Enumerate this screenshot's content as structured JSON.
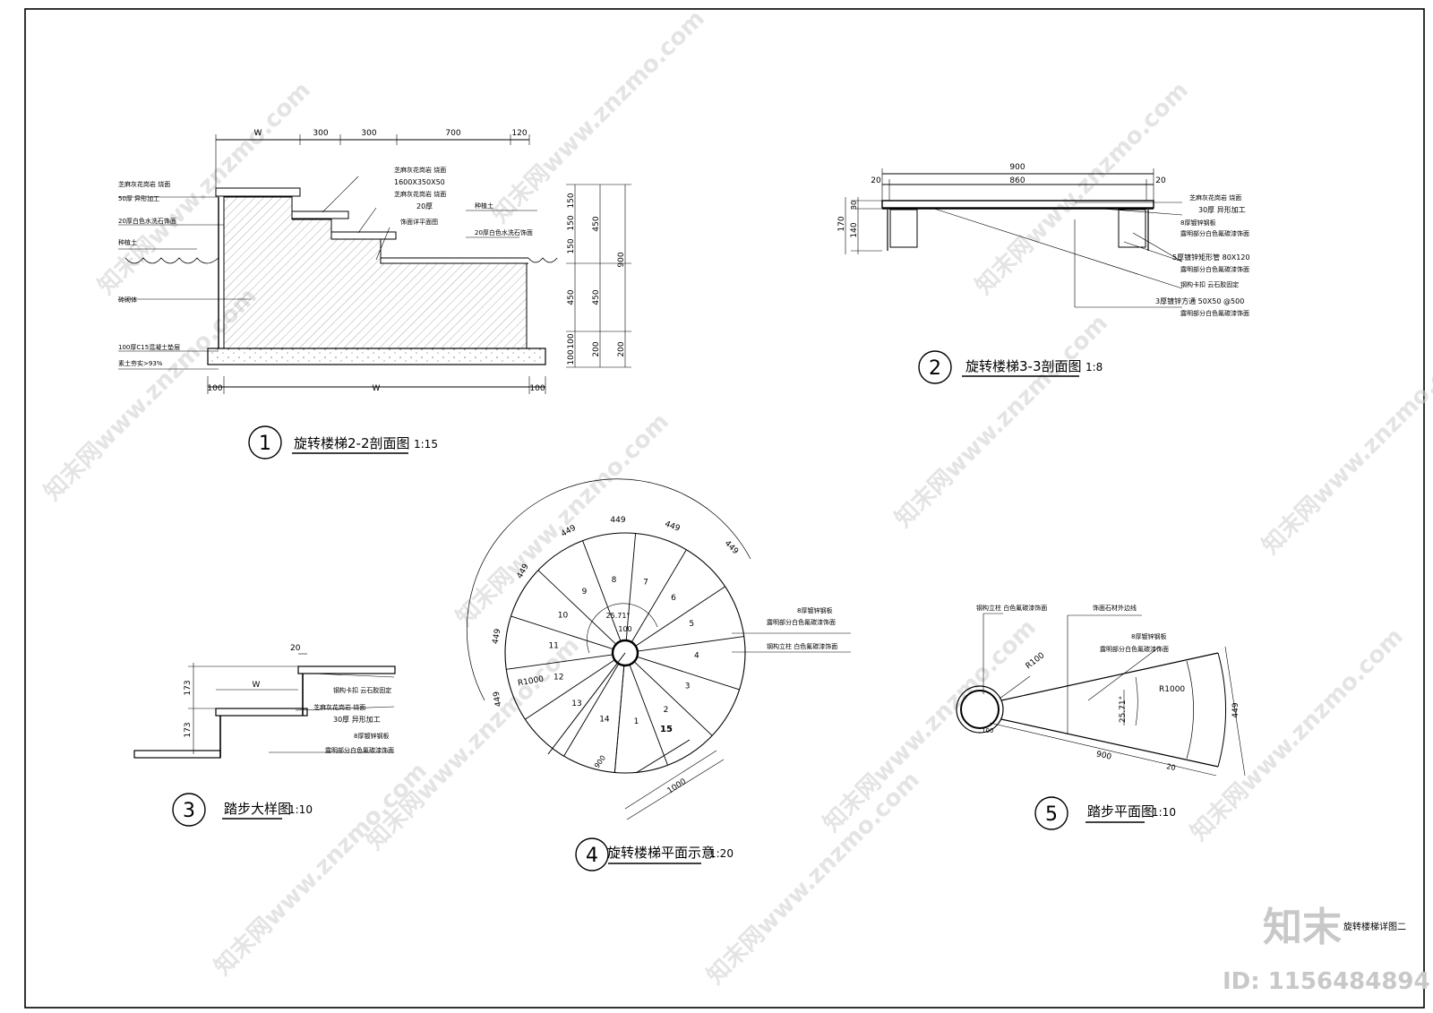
{
  "sheet": {
    "sheet_title": "旋转楼梯详图二",
    "watermark_logo": "知末",
    "watermark_id": "ID: 1156484894",
    "watermark_repeat": "知末网www.znzmo.com"
  },
  "view1": {
    "number": "1",
    "title": "旋转楼梯2-2剖面图",
    "scale": "1:15",
    "top_dims": [
      "W",
      "300",
      "300",
      "700",
      "120"
    ],
    "right_dims_a": [
      "150",
      "150",
      "150",
      "450",
      "100",
      "100"
    ],
    "right_dims_b": [
      "450",
      "450",
      "200"
    ],
    "right_dims_c": [
      "900",
      "200"
    ],
    "bottom_dims": [
      "100",
      "W",
      "100"
    ],
    "left_notes": [
      "芝麻灰花岗岩 烧面",
      "50厚 异形加工",
      "20厚白色水洗石饰面",
      "种植土",
      "砖砌体",
      "100厚C15混凝土垫层",
      "素土夯实>93%"
    ],
    "mid_notes": [
      "芝麻灰花岗岩 烧面",
      "1600X350X50",
      "芝麻灰花岗岩 烧面",
      "20厚",
      "饰面详平面图"
    ],
    "right_notes": [
      "种植土",
      "20厚白色水洗石饰面"
    ]
  },
  "view2": {
    "number": "2",
    "title": "旋转楼梯3-3剖面图",
    "scale": "1:8",
    "dims_top": [
      "900",
      "20",
      "860",
      "20"
    ],
    "dims_left": [
      "170",
      "30",
      "140"
    ],
    "notes": [
      "芝麻灰花岗岩 烧面",
      "30厚 异形加工",
      "8厚镀锌钢板",
      "露明部分白色氟碳漆饰面",
      "5厚镀锌矩形管 80X120",
      "露明部分白色氟碳漆饰面",
      "钢构卡扣 云石胶固定",
      "3厚镀锌方通 50X50 @500",
      "露明部分白色氟碳漆饰面"
    ]
  },
  "view3": {
    "number": "3",
    "title": "踏步大样图",
    "scale": "1:10",
    "dims": [
      "20",
      "W",
      "173",
      "173"
    ],
    "notes": [
      "钢构卡扣 云石胶固定",
      "芝麻灰花岗岩 烧面",
      "30厚 异形加工",
      "8厚镀锌钢板",
      "露明部分白色氟碳漆饰面"
    ]
  },
  "view4": {
    "number": "4",
    "title": "旋转楼梯平面示意",
    "scale": "1:20",
    "arc_dims": [
      "449",
      "449",
      "449",
      "449",
      "449",
      "449",
      "449"
    ],
    "step_numbers": [
      "1",
      "2",
      "3",
      "4",
      "5",
      "6",
      "7",
      "8",
      "9",
      "10",
      "11",
      "12",
      "13",
      "14"
    ],
    "landing_label": "15",
    "angle_label": "25.71°",
    "radius_label": "R1000",
    "center_label": "100",
    "width_dims": [
      "900",
      "1000"
    ],
    "notes": [
      "8厚镀锌钢板",
      "露明部分白色氟碳漆饰面",
      "钢构立柱 白色氟碳漆饰面"
    ]
  },
  "view5": {
    "number": "5",
    "title": "踏步平面图",
    "scale": "1:10",
    "notes": [
      "钢构立柱 白色氟碳漆饰面",
      "饰面石材外边线",
      "8厚镀锌钢板",
      "露明部分白色氟碳漆饰面"
    ],
    "dims": [
      "R100",
      "R1000",
      "25.71°",
      "449",
      "900",
      "20",
      "100"
    ]
  }
}
